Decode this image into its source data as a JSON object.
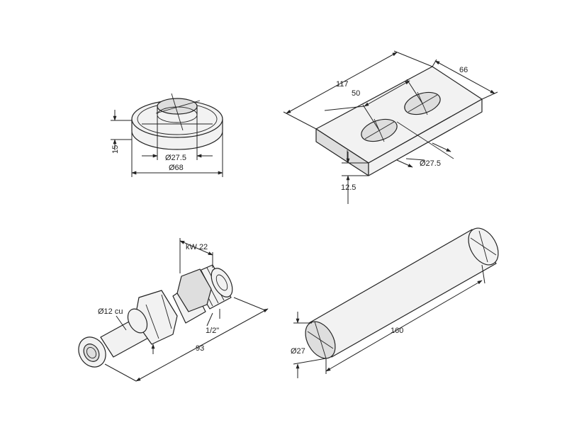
{
  "labels": {
    "washer_height": "15",
    "washer_inner_diameter": "Ø27.5",
    "washer_outer_diameter": "Ø68",
    "plate_length": "117",
    "plate_hole_spacing": "50",
    "plate_width": "66",
    "plate_hole_diameter": "Ø27.5",
    "plate_thickness": "12.5",
    "fitting_wrench_size": "kW 22",
    "fitting_pipe_diameter": "Ø12 cu",
    "fitting_thread": "1/2\"",
    "fitting_length": "93",
    "tube_length": "160",
    "tube_diameter": "Ø27"
  },
  "colors": {
    "line": "#222222",
    "part_fill": "#f2f2f2",
    "background": "#ffffff"
  }
}
